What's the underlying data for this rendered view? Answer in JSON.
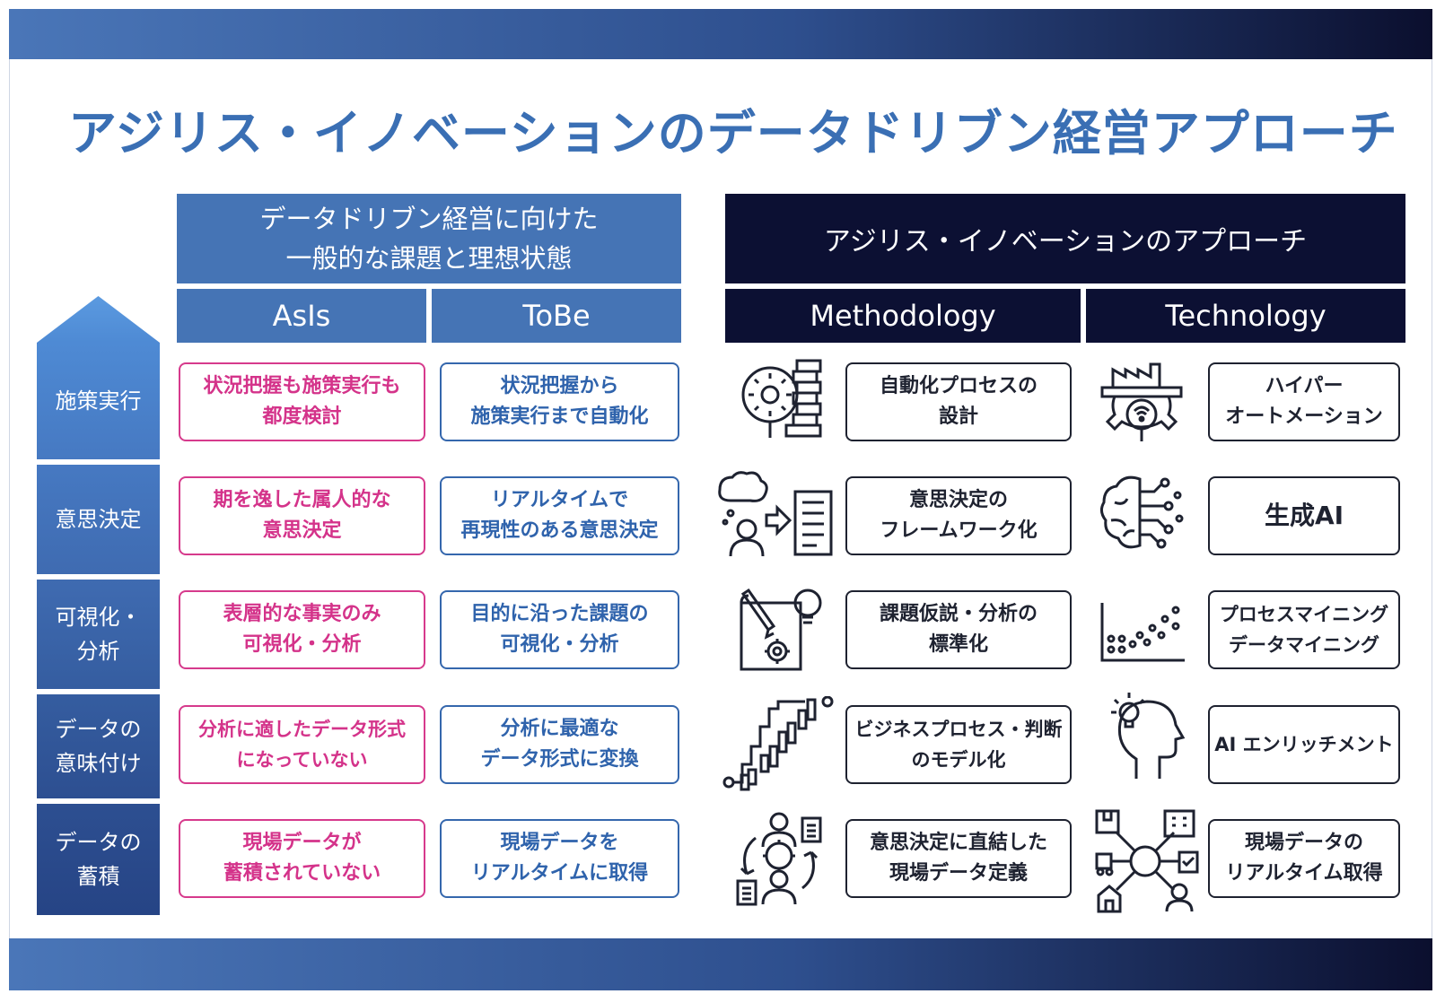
{
  "title": "アジリス・イノベーションのデータドリブン経営アプローチ",
  "left_header": {
    "line1": "データドリブン経営に向けた",
    "line2": "一般的な課題と理想状態"
  },
  "right_header": "アジリス・イノベーションのアプローチ",
  "columns": {
    "asis": "AsIs",
    "tobe": "ToBe",
    "methodology": "Methodology",
    "technology": "Technology"
  },
  "steps": [
    {
      "line1": "施策実行",
      "line2": ""
    },
    {
      "line1": "意思決定",
      "line2": ""
    },
    {
      "line1": "可視化・",
      "line2": "分析"
    },
    {
      "line1": "データの",
      "line2": "意味付け"
    },
    {
      "line1": "データの",
      "line2": "蓄積"
    }
  ],
  "rows": [
    {
      "asis": [
        "状況把握も施策実行も",
        "都度検討"
      ],
      "tobe": [
        "状況把握から",
        "施策実行まで自動化"
      ],
      "methodology": [
        "自動化プロセスの",
        "設計"
      ],
      "technology": [
        "ハイパー",
        "オートメーション"
      ],
      "method_icon": "gear-process-icon",
      "tech_icon": "smart-factory-gear-icon"
    },
    {
      "asis": [
        "期を逸した属人的な",
        "意思決定"
      ],
      "tobe": [
        "リアルタイムで",
        "再現性のある意思決定"
      ],
      "methodology": [
        "意思決定の",
        "フレームワーク化"
      ],
      "technology": [
        "生成AI"
      ],
      "method_icon": "thinking-person-document-icon",
      "tech_icon": "ai-brain-icon"
    },
    {
      "asis": [
        "表層的な事実のみ",
        "可視化・分析"
      ],
      "tobe": [
        "目的に沿った課題の",
        "可視化・分析"
      ],
      "methodology": [
        "課題仮説・分析の",
        "標準化"
      ],
      "technology": [
        "プロセスマイニング",
        "データマイニング"
      ],
      "method_icon": "design-idea-icon",
      "tech_icon": "scatter-plot-icon"
    },
    {
      "asis": [
        "分析に適したデータ形式",
        "になっていない"
      ],
      "tobe": [
        "分析に最適な",
        "データ形式に変換"
      ],
      "methodology": [
        "ビジネスプロセス・判断",
        "のモデル化"
      ],
      "technology": [
        "AI エンリッチメント"
      ],
      "method_icon": "process-flow-icon",
      "tech_icon": "head-lightbulb-icon"
    },
    {
      "asis": [
        "現場データが",
        "蓄積されていない"
      ],
      "tobe": [
        "現場データを",
        "リアルタイムに取得"
      ],
      "methodology": [
        "意思決定に直結した",
        "現場データ定義"
      ],
      "technology": [
        "現場データの",
        "リアルタイム取得"
      ],
      "method_icon": "people-cycle-icon",
      "tech_icon": "data-hub-icon"
    }
  ]
}
